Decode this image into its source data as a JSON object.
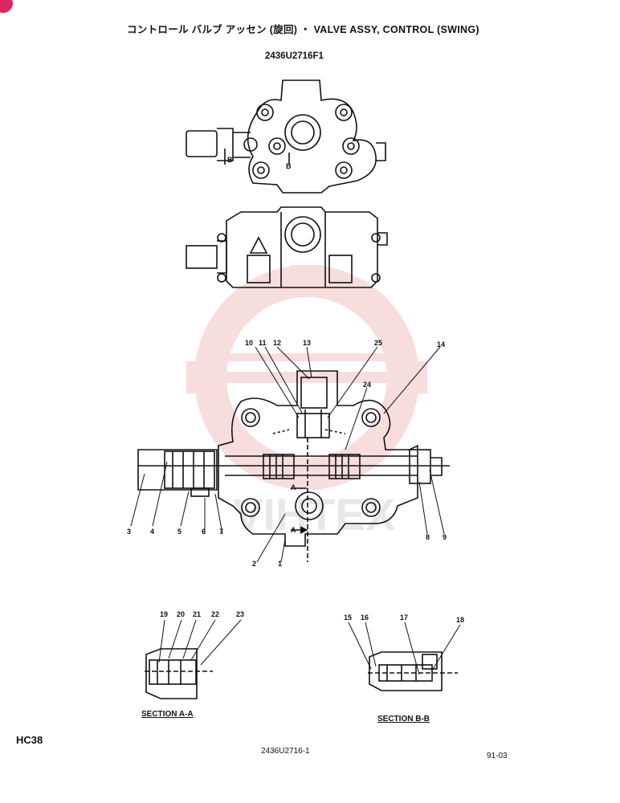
{
  "header": {
    "title": "コントロール バルブ アッセン (旋回) ・ VALVE ASSY, CONTROL (SWING)",
    "drawing_number": "2436U2716F1"
  },
  "callouts": [
    "1",
    "2",
    "3",
    "4",
    "5",
    "6",
    "7",
    "8",
    "9",
    "10",
    "11",
    "12",
    "13",
    "14",
    "15",
    "16",
    "17",
    "18",
    "19",
    "20",
    "21",
    "22",
    "23",
    "24",
    "25"
  ],
  "section_marks": {
    "a": "A",
    "b": "B"
  },
  "sections": {
    "a": "SECTION A-A",
    "b": "SECTION B-B"
  },
  "footer": {
    "page_code": "HC38",
    "figure_ref": "2436U2716-1",
    "date": "91-03"
  },
  "watermark": {
    "text": "VIHTEX",
    "color": "#f2c4c4"
  }
}
